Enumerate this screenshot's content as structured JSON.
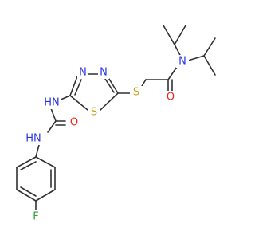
{
  "colors": {
    "bond": "#303030",
    "nitrogen": "#2a35e6",
    "oxygen": "#e8281c",
    "sulfur": "#c6a41c",
    "fluorine": "#2f9f3a",
    "background": "#ffffff"
  },
  "atoms": {
    "n_amide": "N",
    "o_amide": "O",
    "s_thioether": "S",
    "n_ring_left": "N",
    "n_ring_right": "N",
    "s_ring": "S",
    "nh_thiadiazole": "HN",
    "o_urea": "O",
    "nh_phenyl": "HN",
    "f_phenyl": "F"
  }
}
